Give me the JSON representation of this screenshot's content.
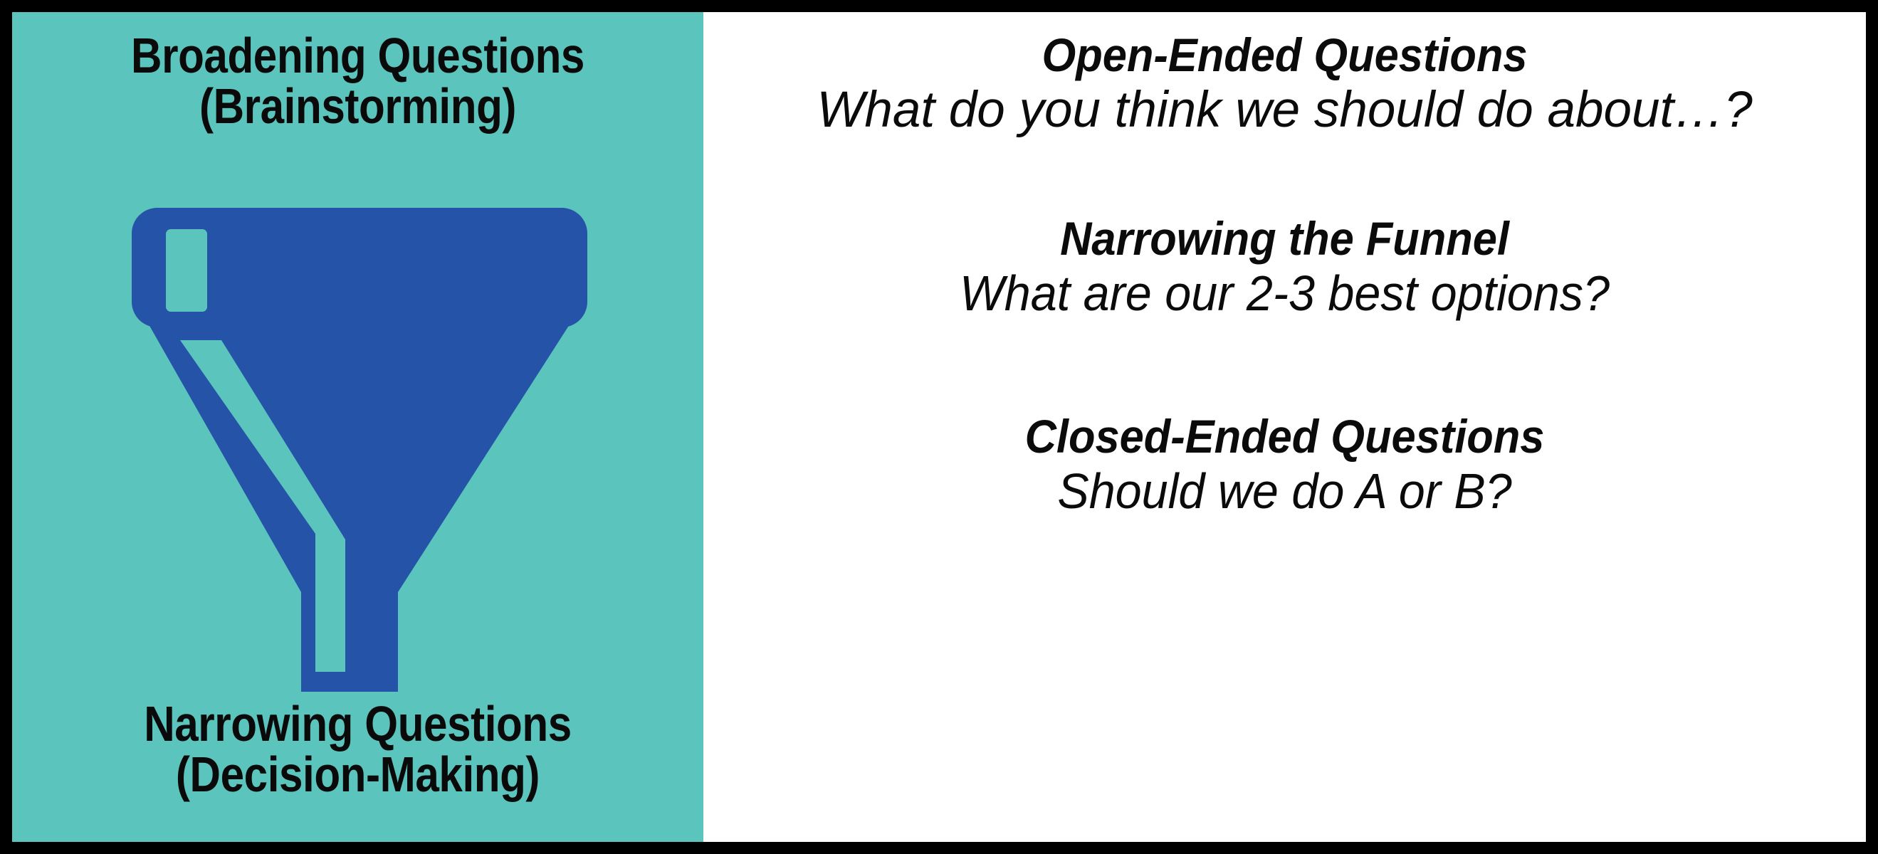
{
  "slide": {
    "frame_color": "#000000",
    "canvas_background": "#ffffff"
  },
  "left_panel": {
    "background_color": "#5bc4bd",
    "title": {
      "line1": "Broadening Questions",
      "line2": "(Brainstorming)"
    },
    "footer": {
      "line1": "Narrowing Questions",
      "line2": "(Decision-Making)"
    },
    "graphic": {
      "icon_name": "funnel-icon",
      "fill_color": "#2453a8",
      "cutout_color": "#5bc4bd"
    }
  },
  "right_panel": {
    "background_color": "#ffffff",
    "text_color": "#0b0b0b",
    "blocks": [
      {
        "heading": "Open-Ended Questions",
        "subtitle": "What do you think we should do about…?"
      },
      {
        "heading": "Narrowing the Funnel",
        "subtitle": "What are our 2-3 best options?"
      },
      {
        "heading": "Closed-Ended Questions",
        "subtitle": "Should we do A or B?"
      }
    ]
  }
}
